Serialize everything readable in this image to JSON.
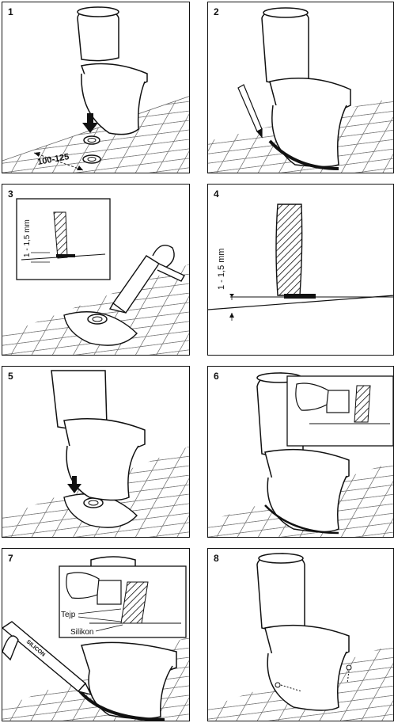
{
  "panels": [
    {
      "number": "1",
      "labels": {
        "distance": "100-125"
      }
    },
    {
      "number": "2"
    },
    {
      "number": "3",
      "labels": {
        "gap": "1 - 1,5 mm"
      }
    },
    {
      "number": "4",
      "labels": {
        "gap": "1 - 1,5 mm"
      }
    },
    {
      "number": "5"
    },
    {
      "number": "6"
    },
    {
      "number": "7",
      "labels": {
        "tape": "Tejp",
        "silicone": "Silikon",
        "tube": "SILICON"
      }
    },
    {
      "number": "8"
    }
  ]
}
